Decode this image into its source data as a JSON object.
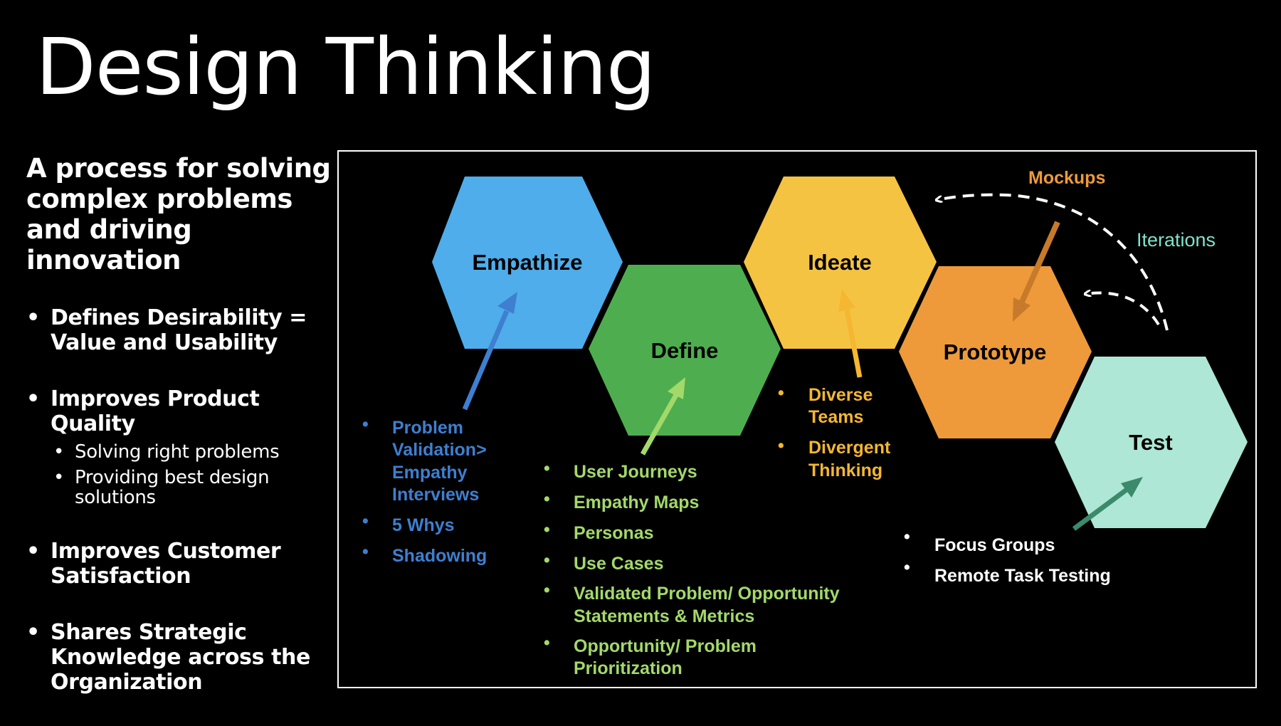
{
  "title": "Design Thinking",
  "subtitle_lines": [
    "A process for solving",
    "complex problems",
    "and driving",
    "innovation"
  ],
  "bullets": [
    {
      "lines": [
        "Defines Desirability  =",
        "Value and Usability"
      ],
      "sub": []
    },
    {
      "lines": [
        "Improves Product Quality"
      ],
      "sub": [
        [
          "Solving right problems"
        ],
        [
          "Providing best design",
          "solutions"
        ]
      ]
    },
    {
      "lines": [
        "Improves Customer",
        "Satisfaction"
      ],
      "sub": []
    },
    {
      "lines": [
        "Shares Strategic",
        "Knowledge across the",
        "Organization"
      ],
      "sub": []
    }
  ],
  "phases": {
    "empathize": {
      "label": "Empathize",
      "color": "#4EADEA"
    },
    "define": {
      "label": "Define",
      "color": "#4EAE4F"
    },
    "ideate": {
      "label": "Ideate",
      "color": "#F5C342"
    },
    "prototype": {
      "label": "Prototype",
      "color": "#EE9A3A"
    },
    "test": {
      "label": "Test",
      "color": "#AEE7D5"
    }
  },
  "notes": {
    "empathize": {
      "color": "#3E7FD0",
      "items": [
        [
          "Problem",
          "Validation>",
          "Empathy",
          "Interviews"
        ],
        [
          "5 Whys"
        ],
        [
          "Shadowing"
        ]
      ]
    },
    "define": {
      "color": "#A3D96A",
      "items": [
        [
          "User Journeys"
        ],
        [
          "Empathy Maps"
        ],
        [
          "Personas"
        ],
        [
          "Use Cases"
        ],
        [
          "Validated Problem/ Opportunity",
          "Statements & Metrics"
        ],
        [
          "Opportunity/ Problem",
          "Prioritization"
        ]
      ]
    },
    "ideate": {
      "color": "#F5B731",
      "items": [
        [
          "Diverse",
          "Teams"
        ],
        [
          "Divergent",
          "Thinking"
        ]
      ]
    },
    "test": {
      "color": "#FFFFFF",
      "items": [
        [
          "Focus Groups"
        ],
        [
          "Remote Task Testing"
        ]
      ]
    }
  },
  "mockups_label": "Mockups",
  "mockups_color": "#EE9A3A",
  "iterations_label": "Iterations",
  "iterations_color": "#7FE3CC"
}
